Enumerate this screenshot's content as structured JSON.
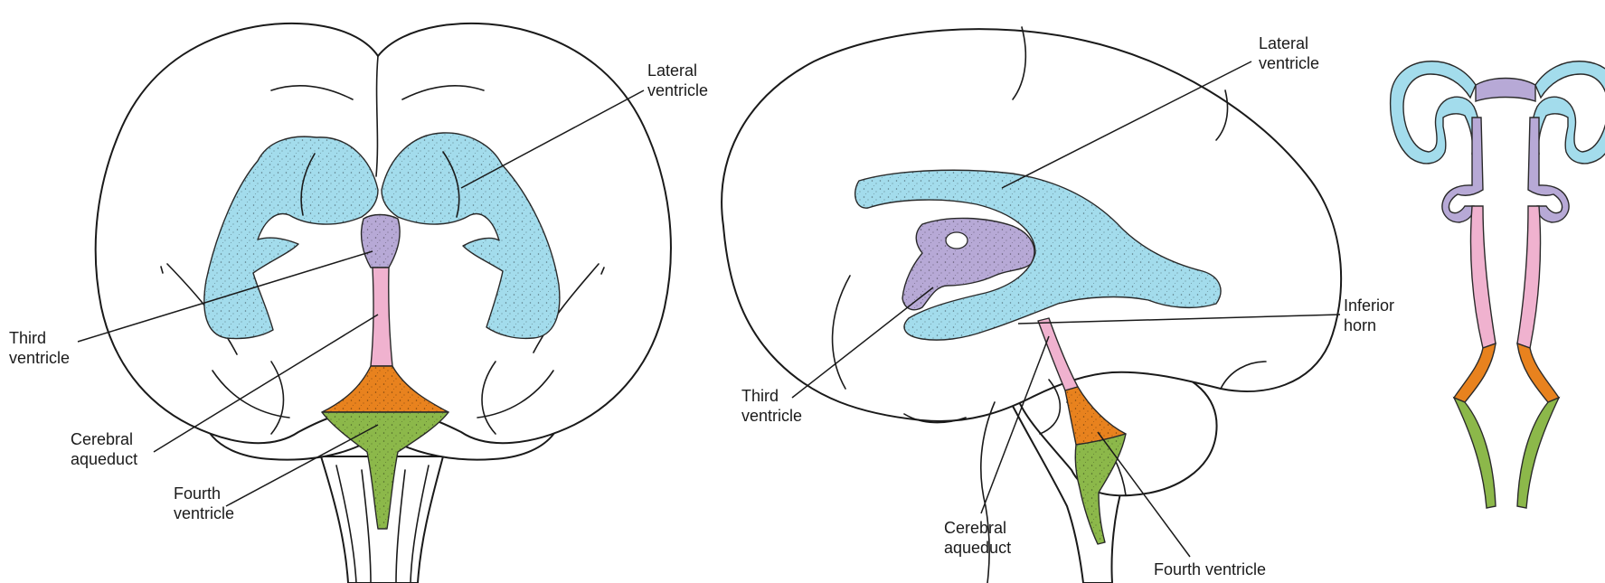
{
  "colors": {
    "lateral_ventricle": "#a3dcec",
    "third_ventricle": "#b7a9d6",
    "cerebral_aqueduct": "#f0b2cf",
    "fourth_ventricle_upper": "#e8821e",
    "fourth_ventricle_lower": "#8cb84a"
  },
  "anterior_view": {
    "labels": {
      "lateral_ventricle": [
        "Lateral",
        "ventricle"
      ],
      "third_ventricle": [
        "Third",
        "ventricle"
      ],
      "cerebral_aqueduct": [
        "Cerebral",
        "aqueduct"
      ],
      "fourth_ventricle": [
        "Fourth",
        "ventricle"
      ]
    }
  },
  "lateral_view": {
    "labels": {
      "lateral_ventricle": [
        "Lateral",
        "ventricle"
      ],
      "inferior_horn": [
        "Inferior",
        "horn"
      ],
      "third_ventricle": [
        "Third",
        "ventricle"
      ],
      "cerebral_aqueduct": [
        "Cerebral",
        "aqueduct"
      ],
      "fourth_ventricle": [
        "Fourth ventricle"
      ]
    }
  }
}
